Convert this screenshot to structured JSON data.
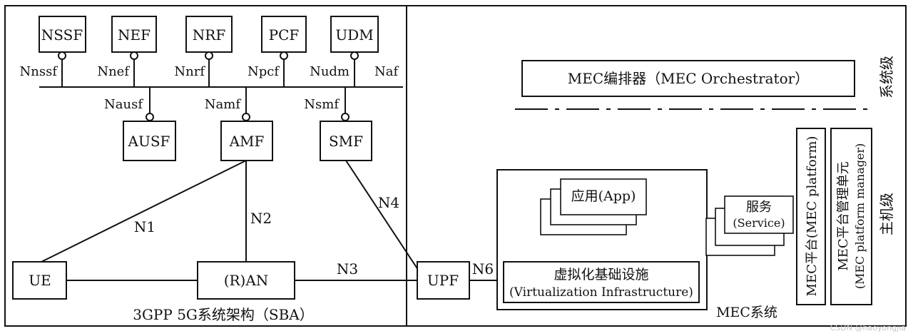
{
  "sba": {
    "nf_top": [
      "NSSF",
      "NEF",
      "NRF",
      "PCF",
      "UDM"
    ],
    "if_top": [
      "Nnssf",
      "Nnef",
      "Nnrf",
      "Npcf",
      "Nudm",
      "Naf"
    ],
    "nf_bottom": [
      "AUSF",
      "AMF",
      "SMF"
    ],
    "if_bottom": [
      "Nausf",
      "Namf",
      "Nsmf"
    ],
    "ue": "UE",
    "ran": "(R)AN",
    "upf": "UPF",
    "n1": "N1",
    "n2": "N2",
    "n3": "N3",
    "n4": "N4",
    "n6": "N6",
    "caption": "3GPP 5G系统架构（SBA）"
  },
  "mec": {
    "system_level": "系统级",
    "host_level": "主机级",
    "orchestrator": "MEC编排器（MEC Orchestrator）",
    "app": "应用(App)",
    "service_line1": "服务",
    "service_line2": "(Service)",
    "vi_line1": "虚拟化基础设施",
    "vi_line2": "(Virtualization Infrastructure)",
    "platform": "MEC平台(MEC platform)",
    "manager_line1": "MEC平台管理单元",
    "manager_line2": "(MEC platform manager)",
    "system": "MEC系统"
  },
  "watermark": "CSDN @haoyongjia"
}
